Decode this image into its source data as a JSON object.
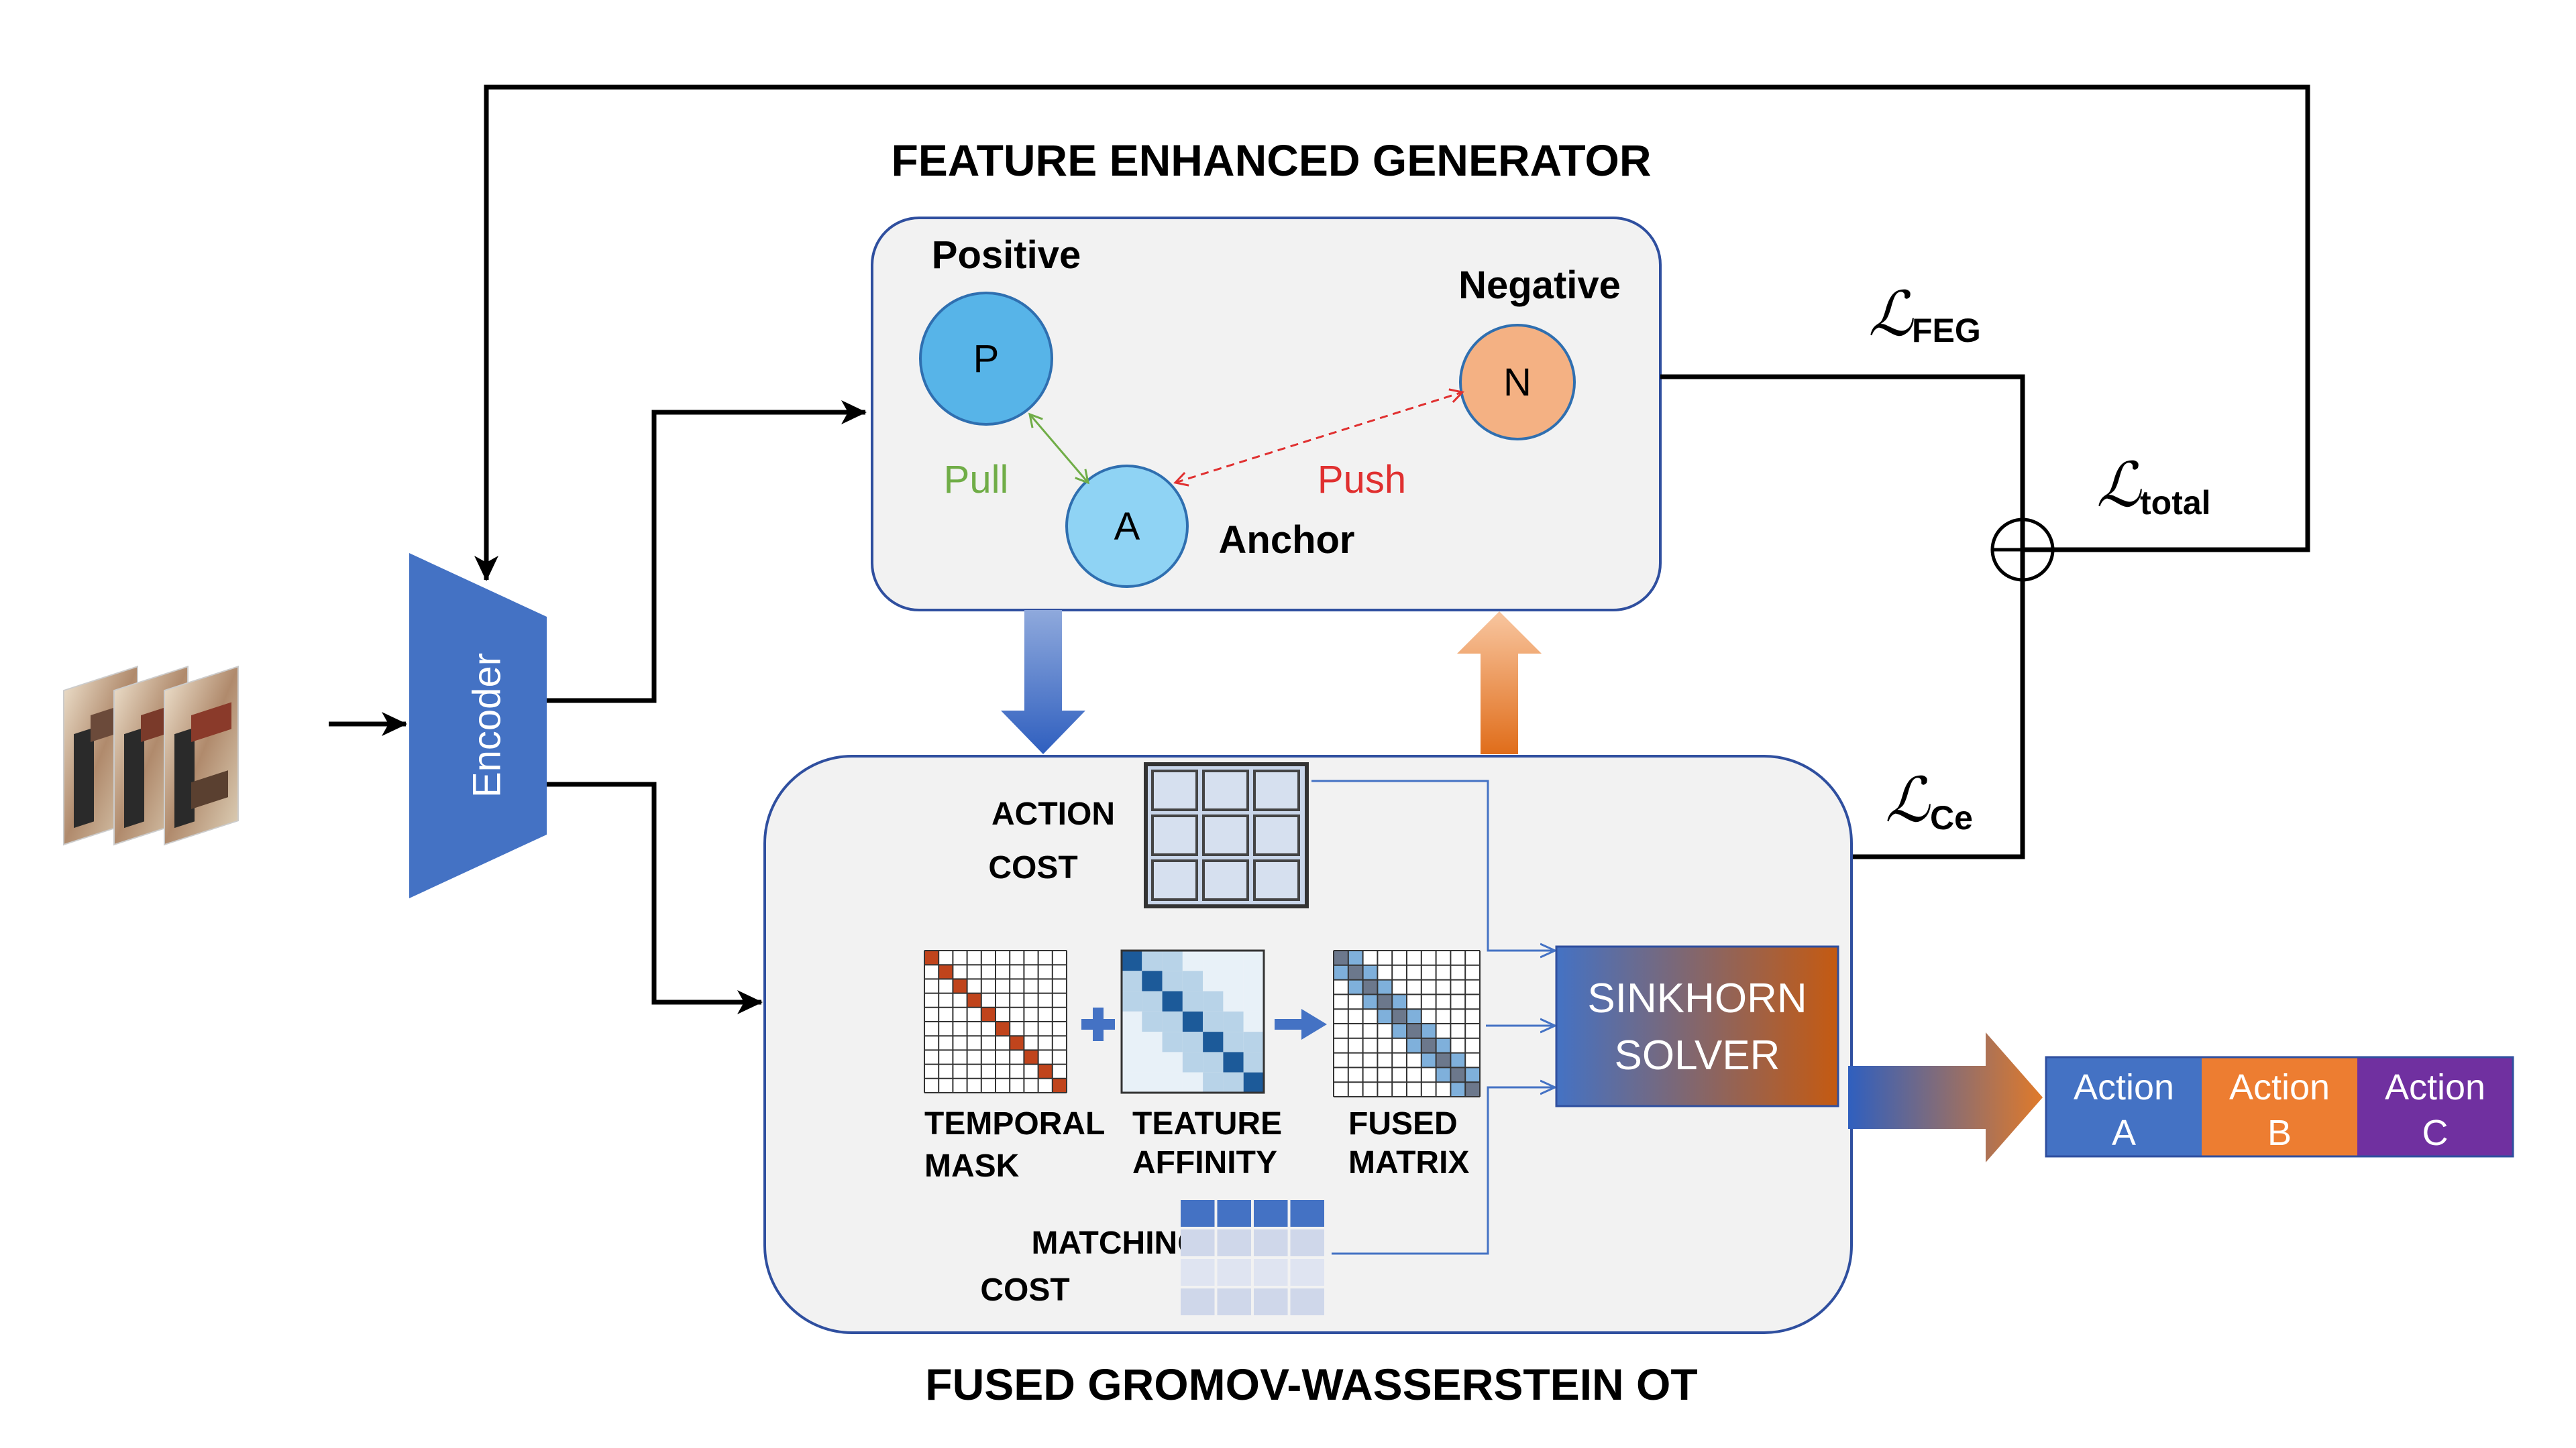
{
  "colors": {
    "encoder": "#4472c4",
    "positive": "#57b4e8",
    "anchor": "#8fd3f4",
    "negative": "#f4b183",
    "pull": "#70ad47",
    "push": "#e03030",
    "panel_fill": "#f2f2f2",
    "panel_border": "#2f4f9f",
    "temporal_mask": "#c0441c",
    "action_a": "#4472c4",
    "action_b": "#ed7d31",
    "action_c": "#7030a0",
    "solver_start": "#4472c4",
    "solver_end": "#c55a11"
  },
  "icons": {
    "video_frames": "video-frames-icon",
    "sum_node": "circled-plus-icon"
  },
  "encoder": {
    "label": "Encoder"
  },
  "feg": {
    "title": "FEATURE ENHANCED GENERATOR",
    "positive_label": "Positive",
    "negative_label": "Negative",
    "anchor_label": "Anchor",
    "node_p": "P",
    "node_n": "N",
    "node_a": "A",
    "pull": "Pull",
    "push": "Push"
  },
  "losses": {
    "feg": {
      "symbol": "ℒ",
      "sub": "FEG"
    },
    "total": {
      "symbol": "ℒ",
      "sub": "total"
    },
    "ce": {
      "symbol": "ℒ",
      "sub": "Ce"
    }
  },
  "ot": {
    "title": "FUSED GROMOV-WASSERSTEIN OT",
    "action_cost": [
      "ACTION",
      "COST"
    ],
    "temporal_mask": [
      "TEMPORAL",
      "MASK"
    ],
    "feature_affinity": [
      "TEATURE",
      "AFFINITY"
    ],
    "fused_matrix": [
      "FUSED",
      "MATRIX"
    ],
    "matching_cost": [
      "MATCHING",
      "COST"
    ],
    "solver": [
      "SINKHORN",
      "SOLVER"
    ]
  },
  "actions": [
    {
      "line1": "Action",
      "line2": "A"
    },
    {
      "line1": "Action",
      "line2": "B"
    },
    {
      "line1": "Action",
      "line2": "C"
    }
  ]
}
